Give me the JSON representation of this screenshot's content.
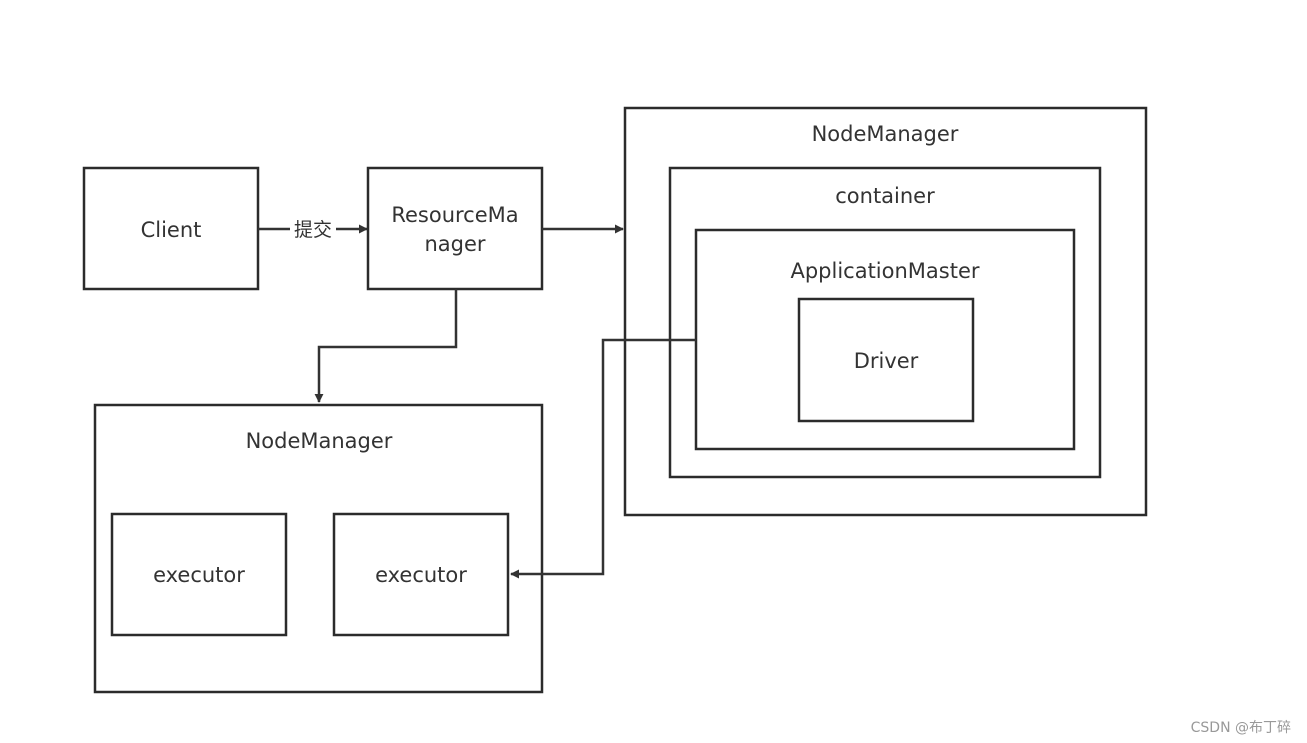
{
  "nodes": {
    "client": "Client",
    "resource_manager_line1": "ResourceMa",
    "resource_manager_line2": "nager",
    "node_manager_right": "NodeManager",
    "container": "container",
    "application_master": "ApplicationMaster",
    "driver": "Driver",
    "node_manager_bottom": "NodeManager",
    "executor_1": "executor",
    "executor_2": "executor"
  },
  "edges": {
    "submit_label": "提交"
  },
  "watermark": "CSDN @布丁碎"
}
